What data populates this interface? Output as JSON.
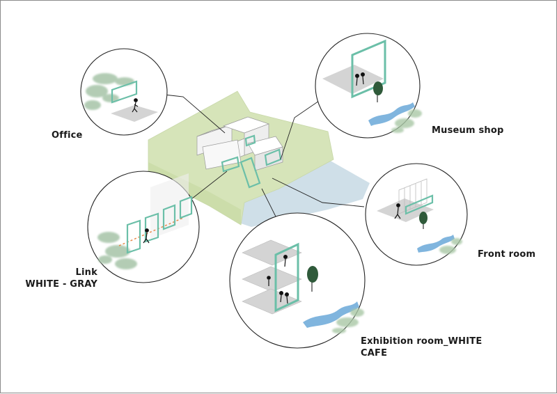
{
  "labels": {
    "office": "Office",
    "museum_shop": "Museum shop",
    "front_room": "Front room",
    "link_line1": "Link",
    "link_line2": "WHITE - GRAY",
    "exhibition_line1": "Exhibition room_WHITE",
    "exhibition_line2": "CAFE"
  },
  "colors": {
    "site_green": "#d6e4b9",
    "water_blue": "#cfdfe8",
    "frame_teal": "#6bbfa8",
    "frame_teal_dark": "#3f8f7a",
    "plane_gray": "#d4d4d4",
    "tree_green": "#9fbfa2",
    "river_blue": "#6aa8d8",
    "leader_line": "#222222"
  }
}
